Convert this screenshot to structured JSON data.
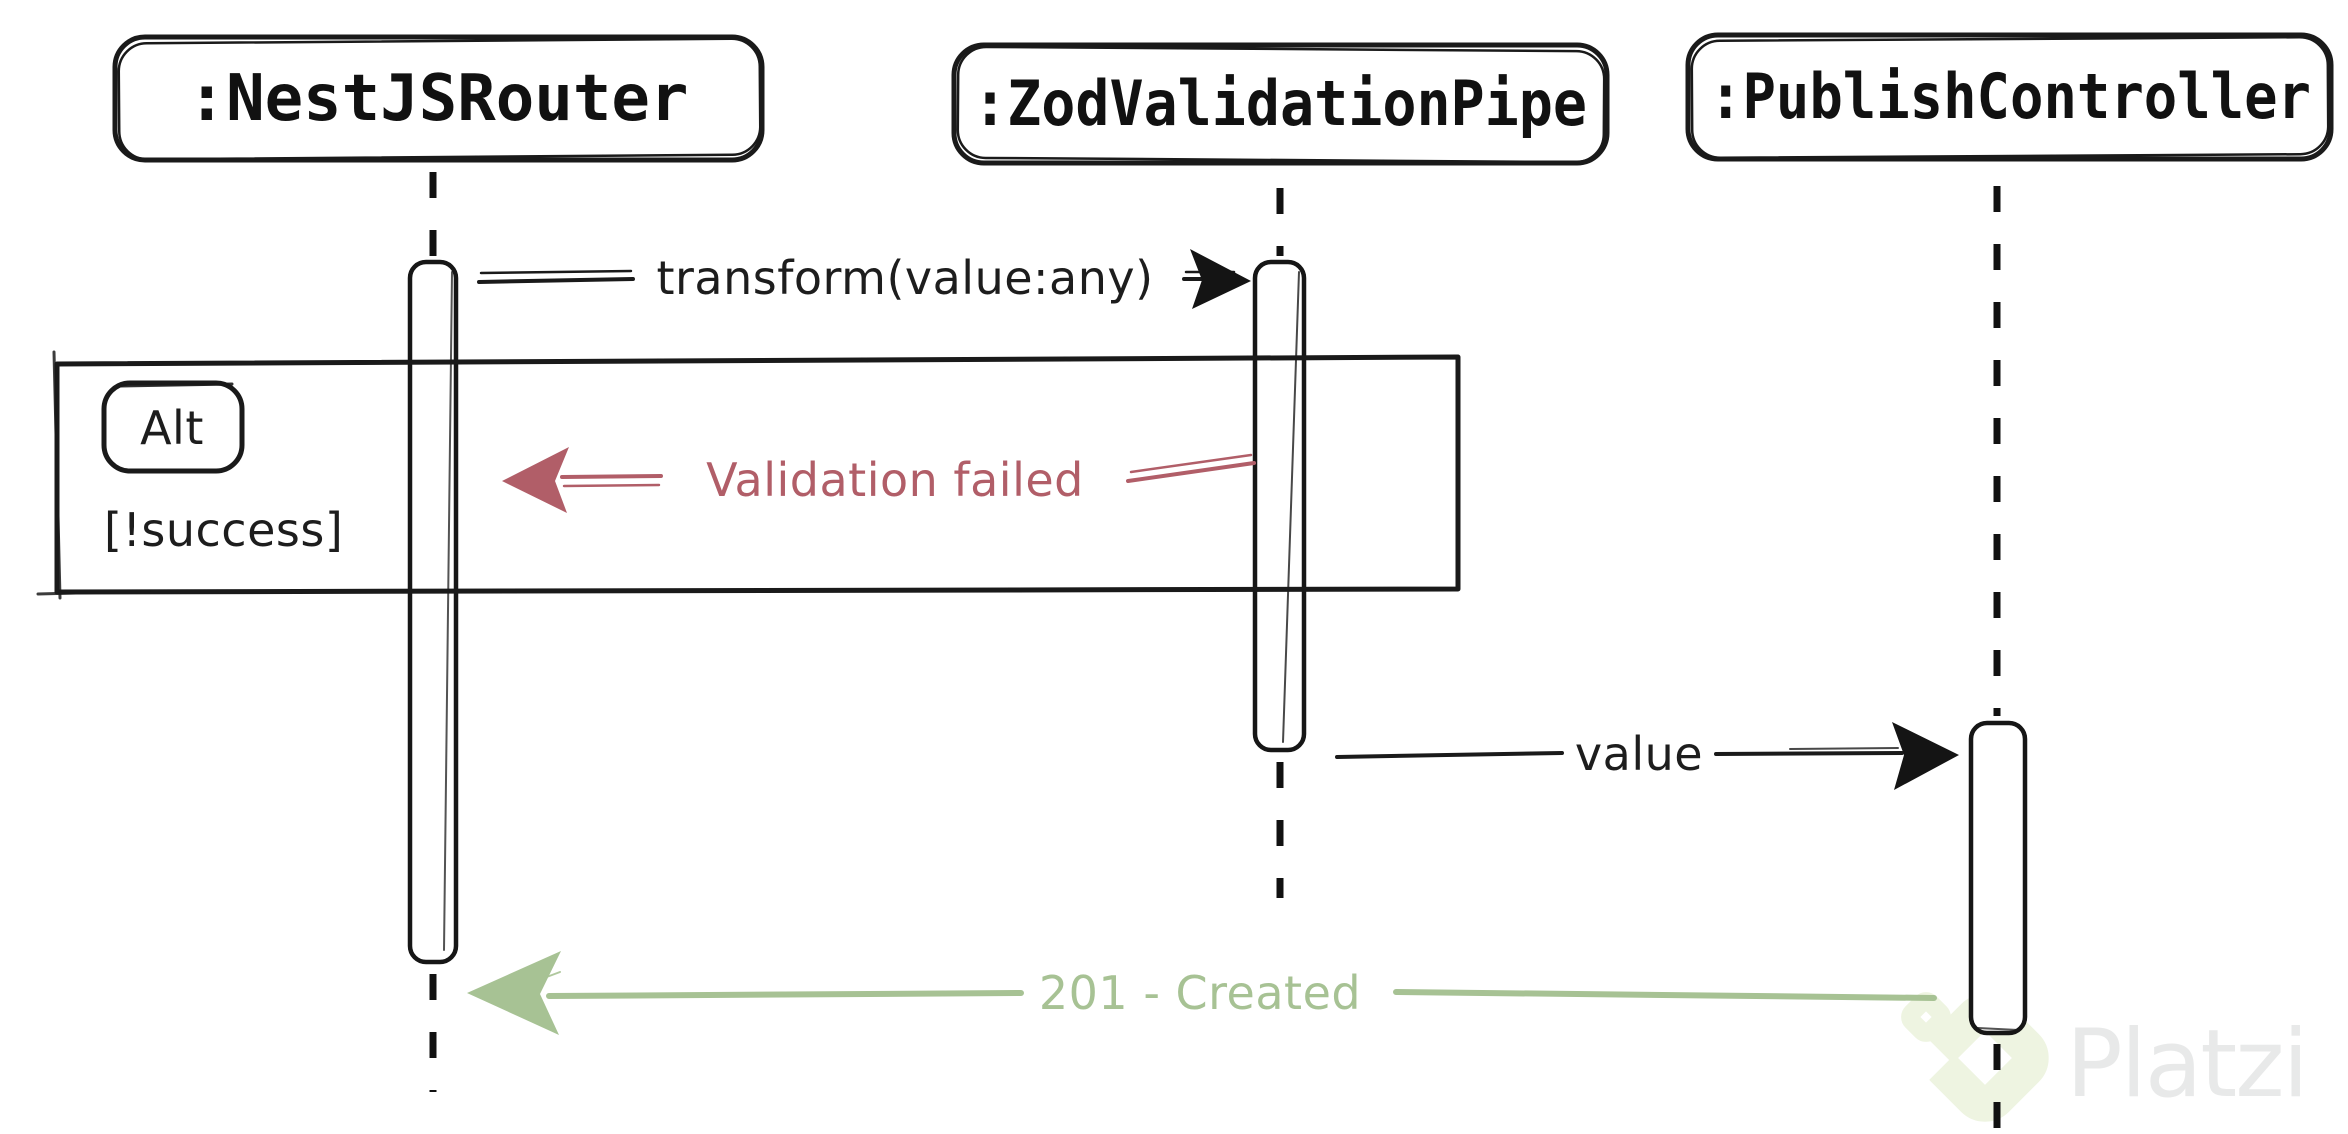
{
  "diagram": {
    "type": "sequence-diagram",
    "style": "hand-drawn"
  },
  "actors": [
    {
      "label": ":NestJSRouter"
    },
    {
      "label": ":ZodValidationPipe"
    },
    {
      "label": ":PublishController"
    }
  ],
  "frame": {
    "operator": "Alt",
    "guard": "[!success]"
  },
  "messages": [
    {
      "label": "transform(value:any)",
      "from": ":NestJSRouter",
      "to": ":ZodValidationPipe",
      "direction": "right",
      "color": "#1a1a1a"
    },
    {
      "label": "Validation failed",
      "from": ":ZodValidationPipe",
      "to": ":NestJSRouter",
      "direction": "left",
      "color": "#b15e68"
    },
    {
      "label": "value",
      "from": ":ZodValidationPipe",
      "to": ":PublishController",
      "direction": "right",
      "color": "#1a1a1a"
    },
    {
      "label": "201 - Created",
      "from": ":PublishController",
      "to": ":NestJSRouter",
      "direction": "left",
      "color": "#a7c294"
    }
  ],
  "watermark": {
    "text": "Platzi"
  },
  "colors": {
    "ink": "#1a1a1a",
    "error_red": "#b15e68",
    "success_green": "#a7c294",
    "watermark_text": "#e8e9e9",
    "watermark_logo": "#eef4e1",
    "background": "#ffffff"
  }
}
